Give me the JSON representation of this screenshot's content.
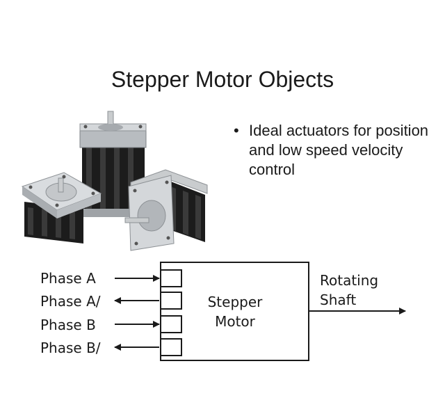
{
  "title": "Stepper Motor Objects",
  "bullet": "Ideal actuators for position and low speed velocity control",
  "inputs": [
    "Phase A",
    "Phase A/",
    "Phase B",
    "Phase B/"
  ],
  "block": {
    "line1": "Stepper",
    "line2": "Motor"
  },
  "output": {
    "line1": "Rotating",
    "line2": "Shaft"
  },
  "image": {
    "subject": "three stepper motors photo"
  }
}
